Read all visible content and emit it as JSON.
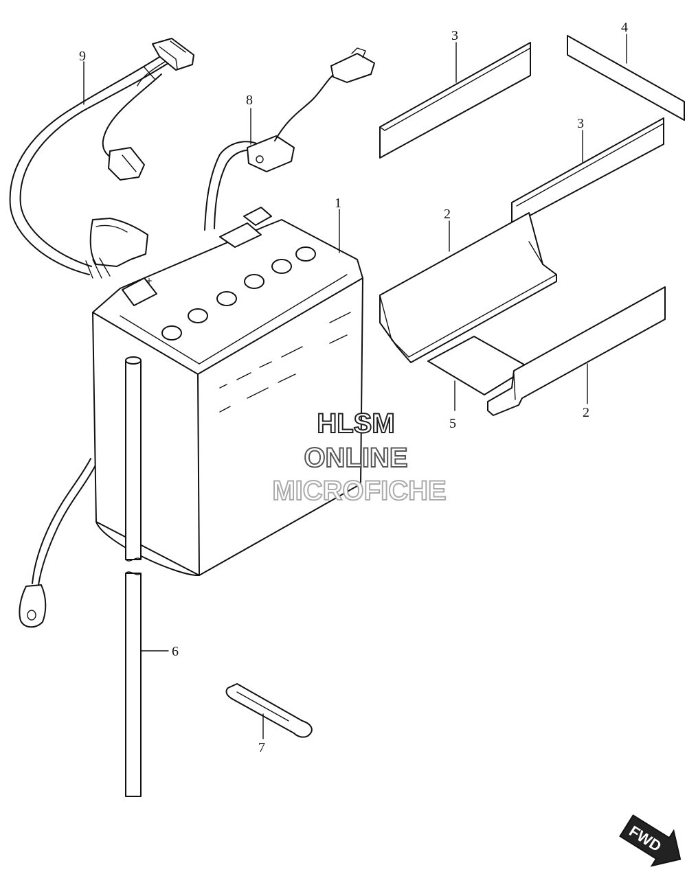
{
  "callouts": {
    "p1": "1",
    "p2a": "2",
    "p2b": "2",
    "p3a": "3",
    "p3b": "3",
    "p4": "4",
    "p5": "5",
    "p6": "6",
    "p7": "7",
    "p8": "8",
    "p9": "9"
  },
  "watermark": {
    "line1": "HLSM",
    "line2": "ONLINE",
    "line3": "MICROFICHE"
  },
  "direction_badge": {
    "label": "FWD",
    "icon": "forward-arrow-icon"
  }
}
